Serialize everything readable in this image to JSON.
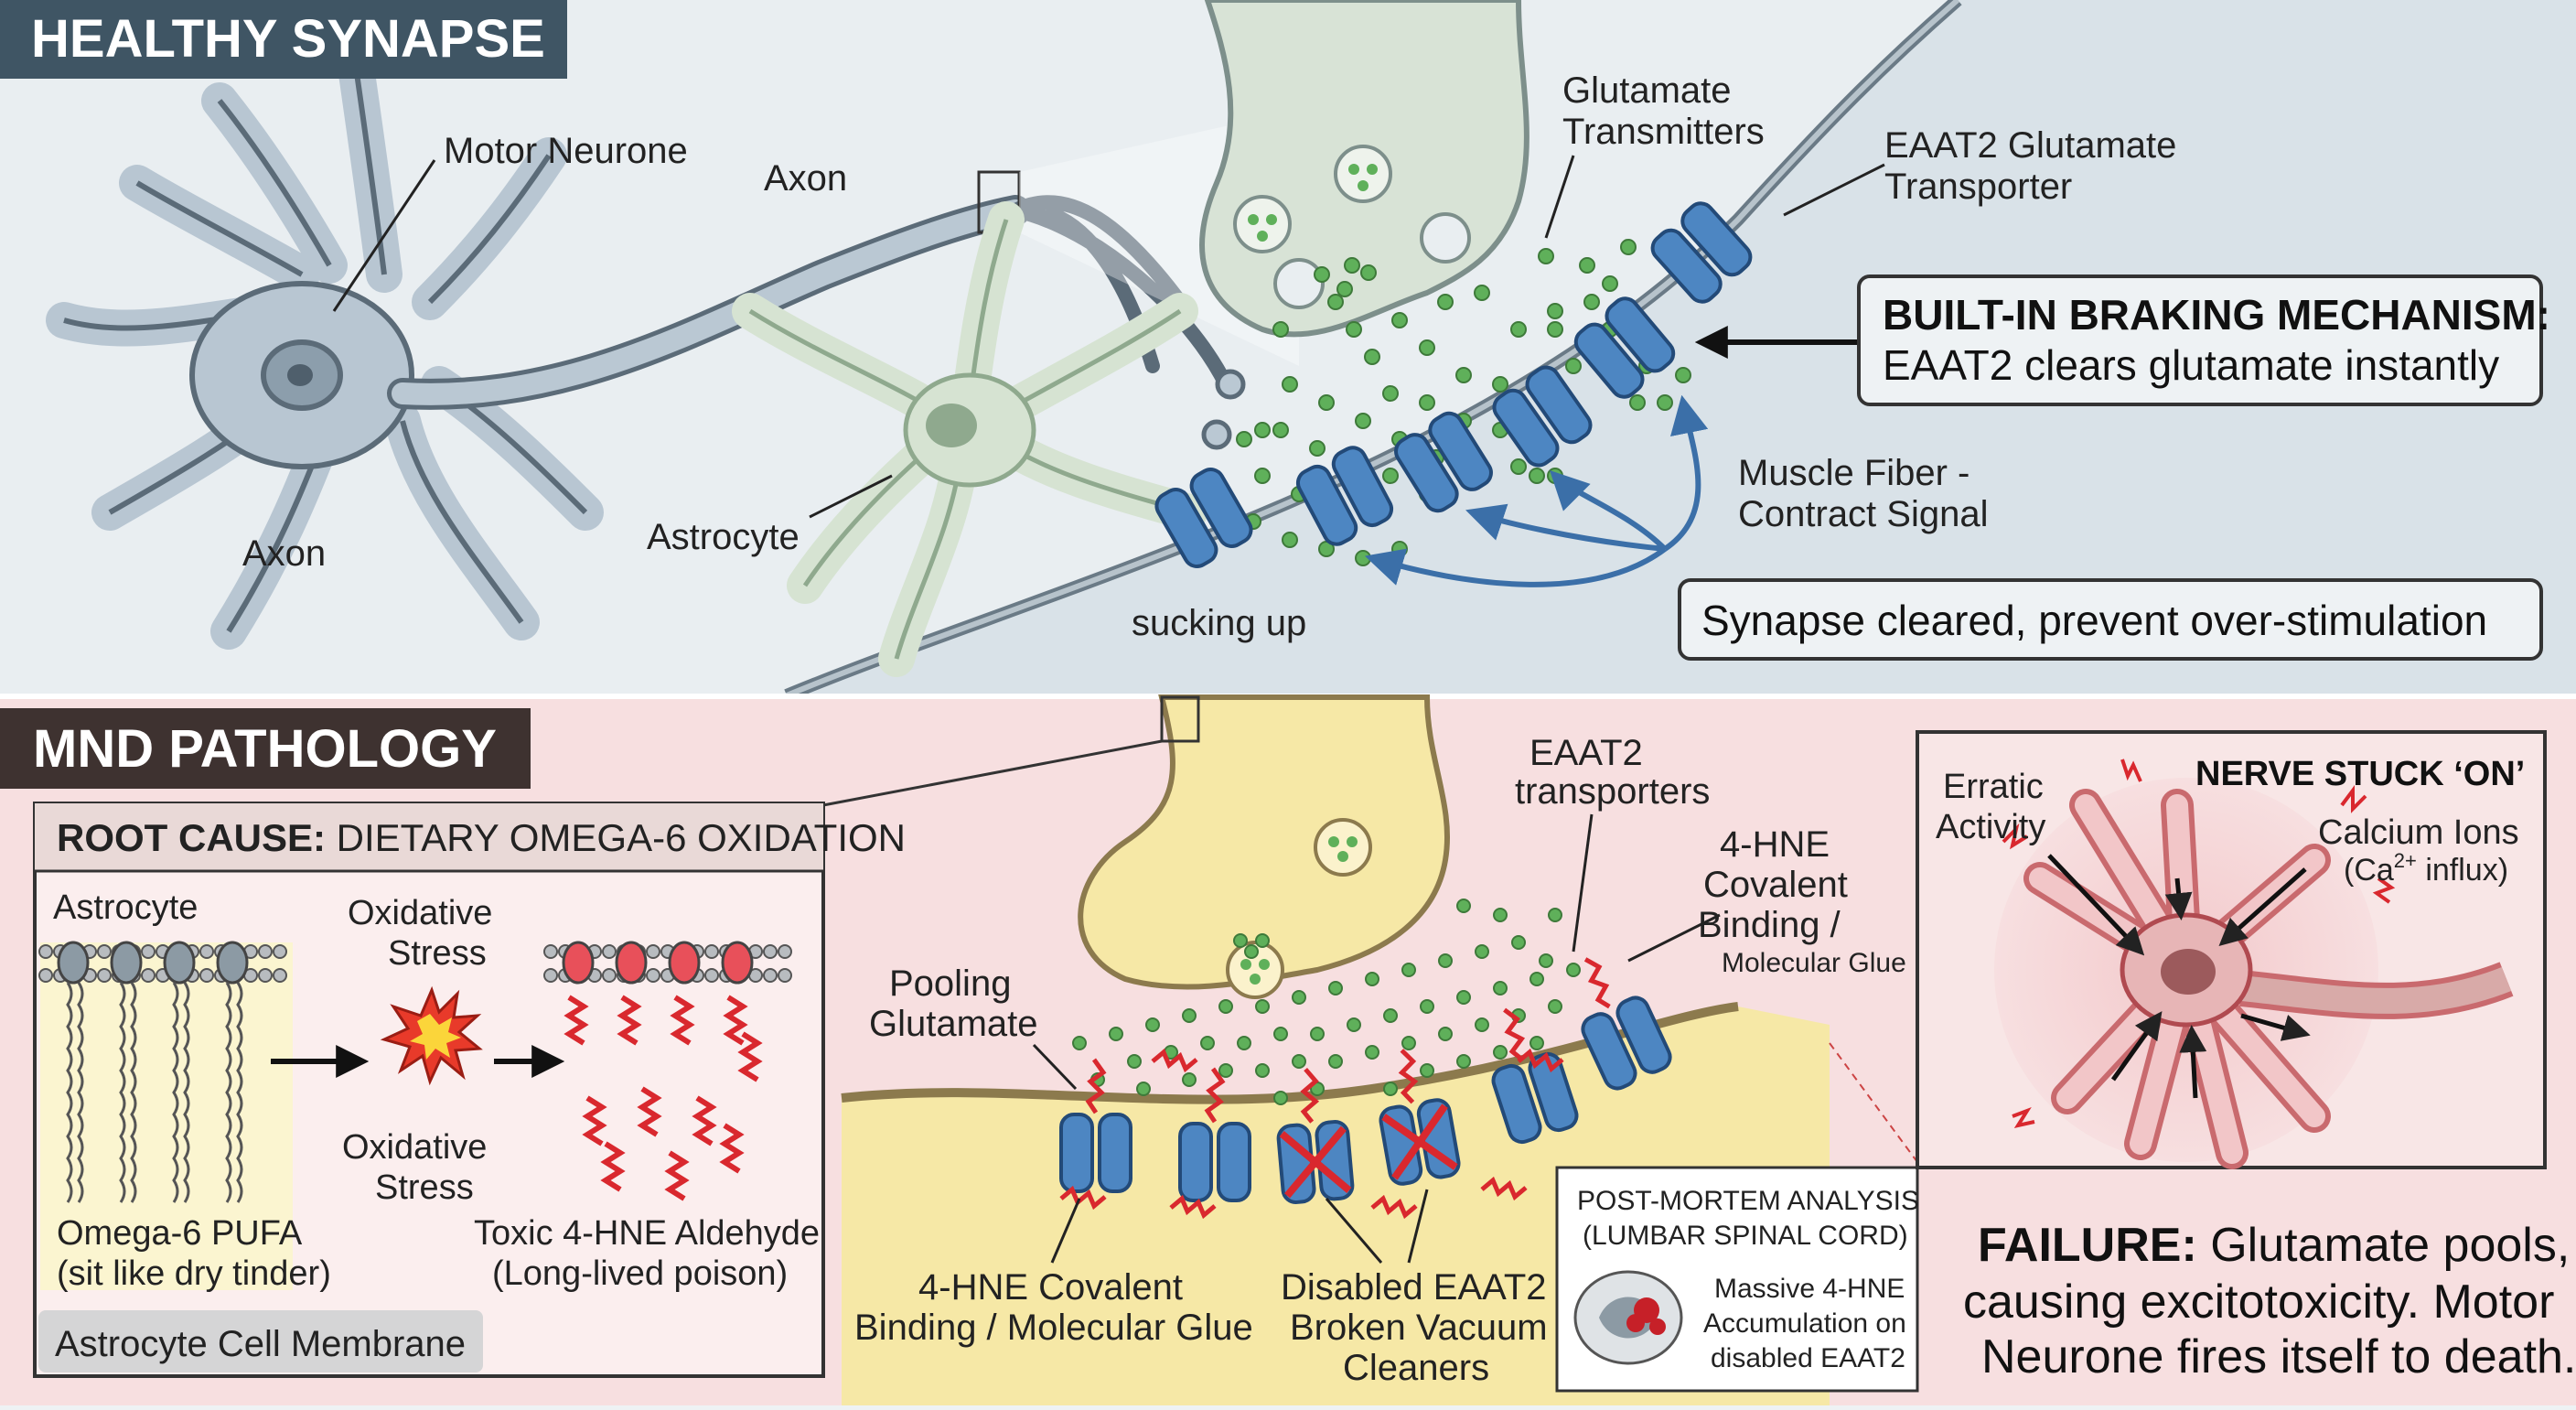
{
  "healthy": {
    "title": "HEALTHY SYNAPSE",
    "labels": {
      "motor_neurone": "Motor Neurone",
      "axon_top": "Axon",
      "axon_left": "Axon",
      "astrocyte": "Astrocyte",
      "glutamate_line1": "Glutamate",
      "glutamate_line2": "Transmitters",
      "eaat2_line1": "EAAT2 Glutamate",
      "eaat2_line2": "Transporter",
      "muscle_line1": "Muscle Fiber -",
      "muscle_line2": "Contract Signal",
      "sucking_up": "sucking up"
    },
    "braking_title": "BUILT-IN BRAKING MECHANISM:",
    "braking_text": "EAAT2 clears glutamate instantly",
    "cleared": "Synapse cleared, prevent over-stimulation"
  },
  "mnd": {
    "title": "MND PATHOLOGY",
    "root_cause_bold": "ROOT CAUSE:",
    "root_cause_text": " DIETARY OMEGA-6 OXIDATION",
    "astrocyte": "Astrocyte",
    "oxidative_top_1": "Oxidative",
    "oxidative_top_2": "Stress",
    "oxidative_bottom_1": "Oxidative",
    "oxidative_bottom_2": "Stress",
    "omega_1": "Omega-6 PUFA",
    "omega_2": "(sit like dry tinder)",
    "toxic_1": "Toxic 4-HNE Aldehyde",
    "toxic_2": "(Long-lived poison)",
    "membrane": "Astrocyte Cell Membrane",
    "eaat2_1": "EAAT2",
    "eaat2_2": "transporters",
    "hne_1": "4-HNE",
    "hne_2": "Covalent",
    "hne_3": "Binding /",
    "hne_4": "Molecular Glue",
    "pooling_1": "Pooling",
    "pooling_2": "Glutamate",
    "hne_bottom_1": "4-HNE Covalent",
    "hne_bottom_2": "Binding / Molecular Glue",
    "disabled_1": "Disabled EAAT2 /",
    "disabled_2": "Broken Vacuum",
    "disabled_3": "Cleaners",
    "post_1": "POST-MORTEM ANALYSIS",
    "post_2": "(LUMBAR SPINAL CORD)",
    "post_3": "Massive 4-HNE",
    "post_4": "Accumulation on",
    "post_5": "disabled EAAT2",
    "stuck_title": "NERVE STUCK ‘ON’",
    "erratic_1": "Erratic",
    "erratic_2": "Activity",
    "calcium_1": "Calcium Ions",
    "calcium_2a": "(Ca",
    "calcium_sup": "2+",
    "calcium_2b": " influx)",
    "failure_bold": "FAILURE:",
    "failure_1": " Glutamate pools,",
    "failure_2": "causing excitotoxicity. Motor",
    "failure_3": "Neurone fires itself to death."
  },
  "colors": {
    "healthy_bg": "#e9eef1",
    "mnd_bg": "#f7dfe0",
    "transporter": "#4d86c2",
    "glutamate": "#5fb05a",
    "toxic": "#d9282e",
    "synapse_yellow": "#f6e8a6",
    "title_slate": "#3f5564",
    "title_brown": "#3e3230"
  }
}
